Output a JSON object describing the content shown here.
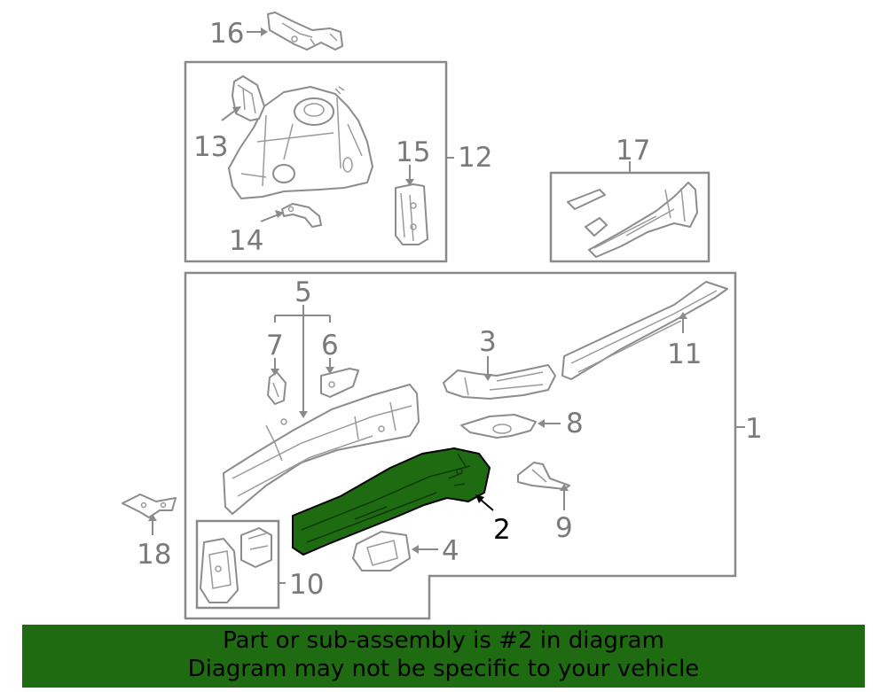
{
  "callouts": {
    "n1": "1",
    "n2": "2",
    "n3": "3",
    "n4": "4",
    "n5": "5",
    "n6": "6",
    "n7": "7",
    "n8": "8",
    "n9": "9",
    "n10": "10",
    "n11": "11",
    "n12": "12",
    "n13": "13",
    "n14": "14",
    "n15": "15",
    "n16": "16",
    "n17": "17",
    "n18": "18"
  },
  "highlighted_part": "2",
  "colors": {
    "highlight": "#1f6b12",
    "line": "#8a8a8a",
    "label": "#7a7a7a"
  },
  "banner": {
    "line1": "Part or sub-assembly is #2 in diagram",
    "line2": "Diagram may not be specific to your vehicle"
  }
}
